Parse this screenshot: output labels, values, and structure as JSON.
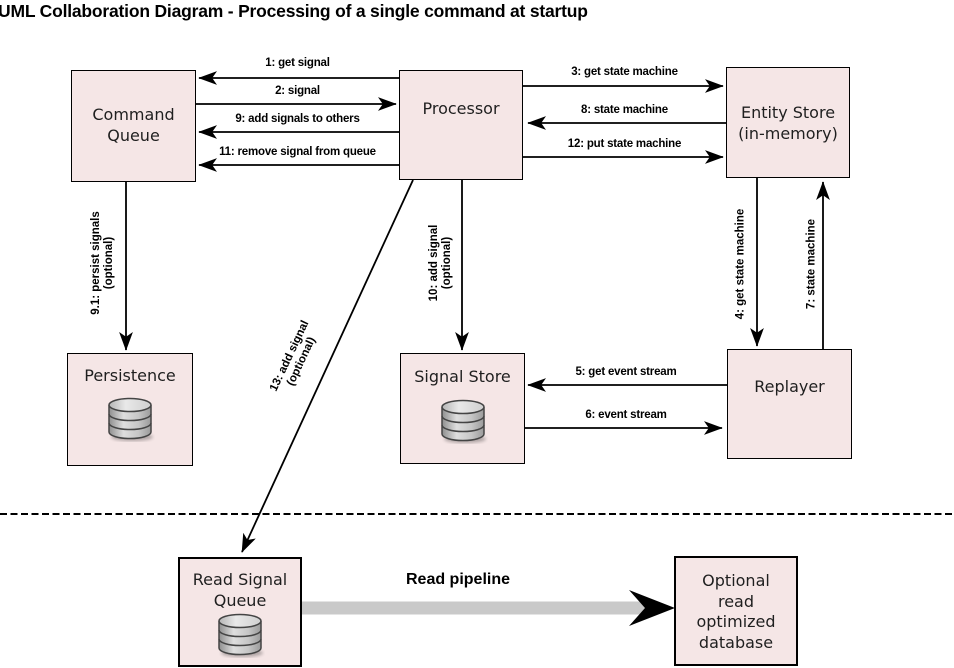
{
  "title": "UML Collaboration Diagram - Processing of a single command at startup",
  "colors": {
    "box_fill": "#f5e6e6",
    "box_border": "#000000",
    "line_color": "#000000",
    "pipeline_gray": "#c9c9c9",
    "db_icon_outline": "#444444"
  },
  "nodes": {
    "command_queue": {
      "lines": [
        "Command",
        "Queue"
      ]
    },
    "processor": {
      "lines": [
        "Processor"
      ]
    },
    "entity_store": {
      "lines": [
        "Entity Store",
        "(in-memory)"
      ]
    },
    "persistence": {
      "lines": [
        "Persistence"
      ]
    },
    "signal_store": {
      "lines": [
        "Signal Store"
      ]
    },
    "replayer": {
      "lines": [
        "Replayer"
      ]
    },
    "read_signal_queue": {
      "lines": [
        "Read Signal",
        "Queue"
      ]
    },
    "optional_db": {
      "lines": [
        "Optional",
        "read",
        "optimized",
        "database"
      ]
    }
  },
  "edges": {
    "e1": {
      "label": "1: get signal"
    },
    "e2": {
      "label": "2: signal"
    },
    "e3": {
      "label": "3: get state machine"
    },
    "e4": {
      "label": "4: get state machine"
    },
    "e5": {
      "label": "5: get event stream"
    },
    "e6": {
      "label": "6: event stream"
    },
    "e7": {
      "label": "7: state machine"
    },
    "e8": {
      "label": "8: state machine"
    },
    "e9": {
      "label": "9: add signals to others"
    },
    "e9_1": {
      "line1": "9.1: persist signals",
      "line2": "(optional)"
    },
    "e10": {
      "line1": "10: add signal",
      "line2": "(optional)"
    },
    "e11": {
      "label": "11: remove signal from queue"
    },
    "e12": {
      "label": "12: put state machine"
    },
    "e13": {
      "line1": "13: add signal",
      "line2": "(optional)"
    }
  },
  "pipeline": {
    "label": "Read pipeline"
  }
}
